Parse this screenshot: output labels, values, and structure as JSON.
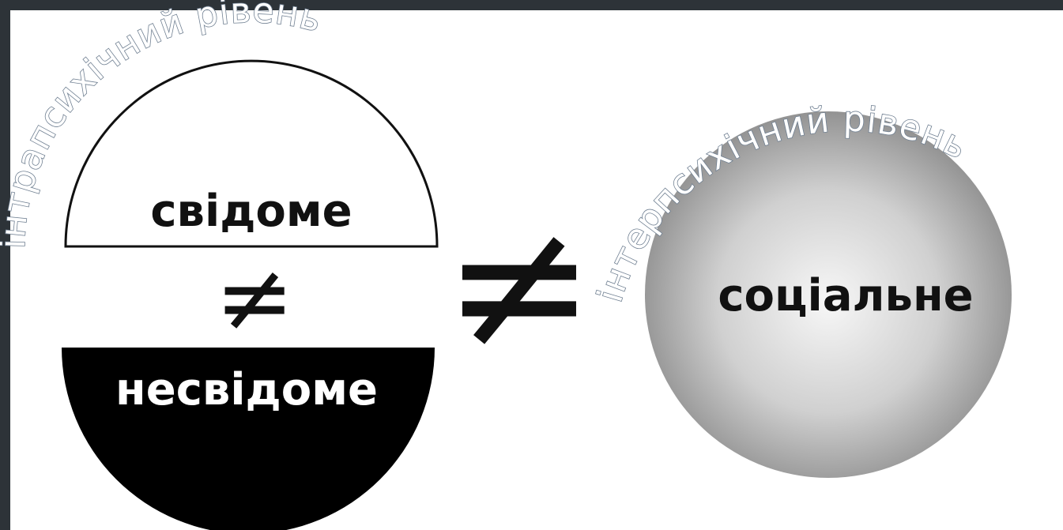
{
  "left_diagram": {
    "arc_label": "інтрапсихічний рівень",
    "top_label": "свідоме",
    "bottom_label": "несвідоме",
    "inner_sign": "≠"
  },
  "middle": {
    "sign": "≠"
  },
  "right_diagram": {
    "arc_label": "інтерпсихічний рівень",
    "center_label": "соціальне"
  },
  "colors": {
    "frame": "#2d3338",
    "background": "#ffffff",
    "unconscious_fill": "#000000",
    "social_sphere_light": "#f4f4f4",
    "social_sphere_dark": "#8a8a8a",
    "arc_text_outline": "#6f7f91"
  }
}
